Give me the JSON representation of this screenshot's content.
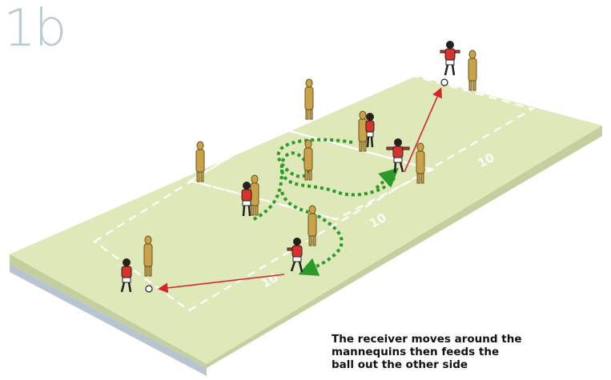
{
  "figure": {
    "label": "1b",
    "caption_lines": [
      "The receiver moves around the",
      "mannequins then feeds the",
      "ball out the other side"
    ]
  },
  "pitch": {
    "surface_color": "#dfe8b8",
    "edge_color": "#c9d49e",
    "marking_color": "#ffffff",
    "dimension_labels": [
      "10",
      "10",
      "10"
    ]
  },
  "players": [
    {
      "name": "red-player-top-right",
      "kit_color": "#d8322c"
    },
    {
      "name": "red-player-center-right",
      "kit_color": "#d8322c"
    },
    {
      "name": "red-player-center-left",
      "kit_color": "#d8322c"
    },
    {
      "name": "red-player-bottom-middle",
      "kit_color": "#d8322c"
    },
    {
      "name": "red-player-center-pair",
      "kit_color": "#d8322c"
    },
    {
      "name": "red-player-bottom-left",
      "kit_color": "#d8322c"
    }
  ],
  "mannequin_color": "#c9a24a",
  "paths": {
    "pass_color": "#d42828",
    "run_color": "#2a9a2a"
  }
}
